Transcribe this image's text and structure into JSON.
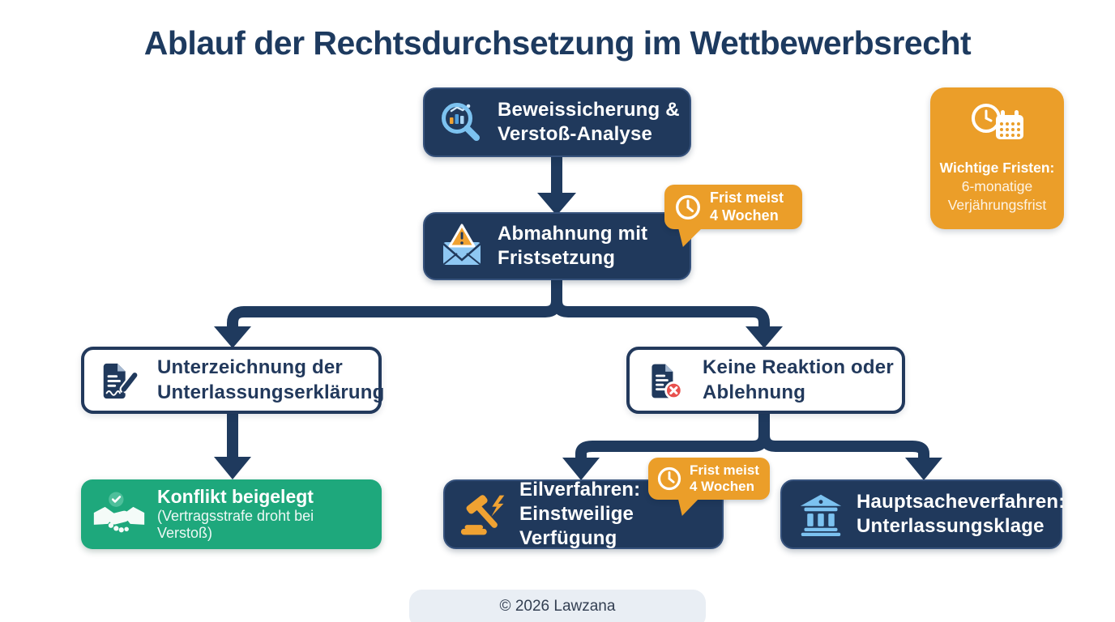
{
  "title": "Ablauf der Rechtsdurchsetzung im Wettbewerbsrecht",
  "colors": {
    "navy": "#1f3a5e",
    "orange": "#eb9e29",
    "green": "#1ea87c",
    "light_blue": "#7cc2f0",
    "red_badge": "#e8504d",
    "footer_bg": "#e9eef4"
  },
  "nodes": {
    "evidence": {
      "icon": "magnifier-chart-icon",
      "line1": "Beweissicherung &",
      "line2": "Verstoß-Analyse"
    },
    "abmahnung": {
      "icon": "envelope-warning-icon",
      "line1": "Abmahnung mit",
      "line2": "Fristsetzung"
    },
    "unterzeichnung": {
      "icon": "document-signature-icon",
      "line1": "Unterzeichnung der",
      "line2": "Unterlassungserklärung"
    },
    "keine_reaktion": {
      "icon": "document-rejected-icon",
      "line1": "Keine Reaktion oder",
      "line2": "Ablehnung"
    },
    "konflikt": {
      "icon": "handshake-check-icon",
      "title": "Konflikt beigelegt",
      "sub1": "(Vertragsstrafe droht bei",
      "sub2": "Verstoß)"
    },
    "eilverfahren": {
      "icon": "gavel-icon",
      "line1": "Eilverfahren:",
      "line2": "Einstweilige Verfügung"
    },
    "hauptsache": {
      "icon": "courthouse-icon",
      "line1": "Hauptsacheverfahren:",
      "line2": "Unterlassungsklage"
    }
  },
  "callouts": {
    "deadline1": {
      "icon": "clock-icon",
      "line1": "Frist meist",
      "line2": "4 Wochen"
    },
    "deadline2": {
      "icon": "clock-icon",
      "line1": "Frist meist",
      "line2": "4 Wochen"
    }
  },
  "note": {
    "icon": "clock-calendar-icon",
    "title": "Wichtige Fristen:",
    "line1": "6-monatige",
    "line2": "Verjährungsfrist"
  },
  "footer": {
    "copyright": "© 2026 Lawzana"
  }
}
